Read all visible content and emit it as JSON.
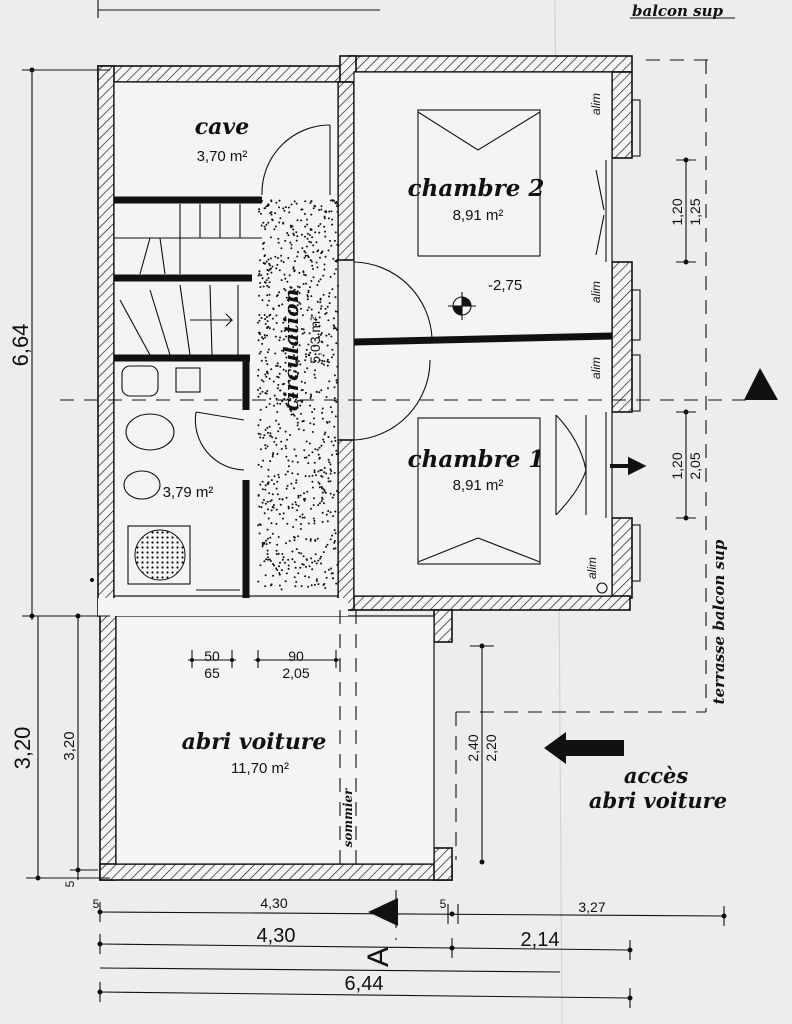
{
  "rooms": {
    "cave": {
      "name": "cave",
      "area": "3,70 m²"
    },
    "chambre2": {
      "name": "chambre 2",
      "area": "8,91 m²"
    },
    "chambre1": {
      "name": "chambre 1",
      "area": "8,91 m²"
    },
    "circulation": {
      "name": "circulation",
      "area": "5,03 m²"
    },
    "bathroom": {
      "area": "3,79 m²"
    },
    "abri": {
      "name": "abri voiture",
      "area": "11,70 m²"
    }
  },
  "labels": {
    "balcon_sup": "balcon sup",
    "terrasse_balcon_sup": "terrasse balcon sup",
    "acces_line1": "accès",
    "acces_line2": "abri voiture",
    "sommier": "sommier",
    "level": "-2,75",
    "section_mark": "A",
    "fixture_alim_1": "alim",
    "fixture_alim_2": "alim",
    "fixture_alim_3": "alim",
    "fixture_alim_4": "alim"
  },
  "dimensions": {
    "left_total": "6,64",
    "left_lower": "3,20",
    "left_lower_inner": "3,20",
    "left_5": "5",
    "win_top_a": "1,20",
    "win_top_b": "1,25",
    "win_bot_a": "1,20",
    "win_bot_b": "2,05",
    "door_a": "50",
    "door_b": "65",
    "passage_a": "90",
    "passage_b": "2,05",
    "opening_a": "2,40",
    "opening_b": "2,20",
    "row1_5a": "5",
    "row1_430": "4,30",
    "row1_5b": "5",
    "row1_327": "3,27",
    "row2_430": "4,30",
    "row2_214": "2,14",
    "row3_644": "6,44"
  }
}
